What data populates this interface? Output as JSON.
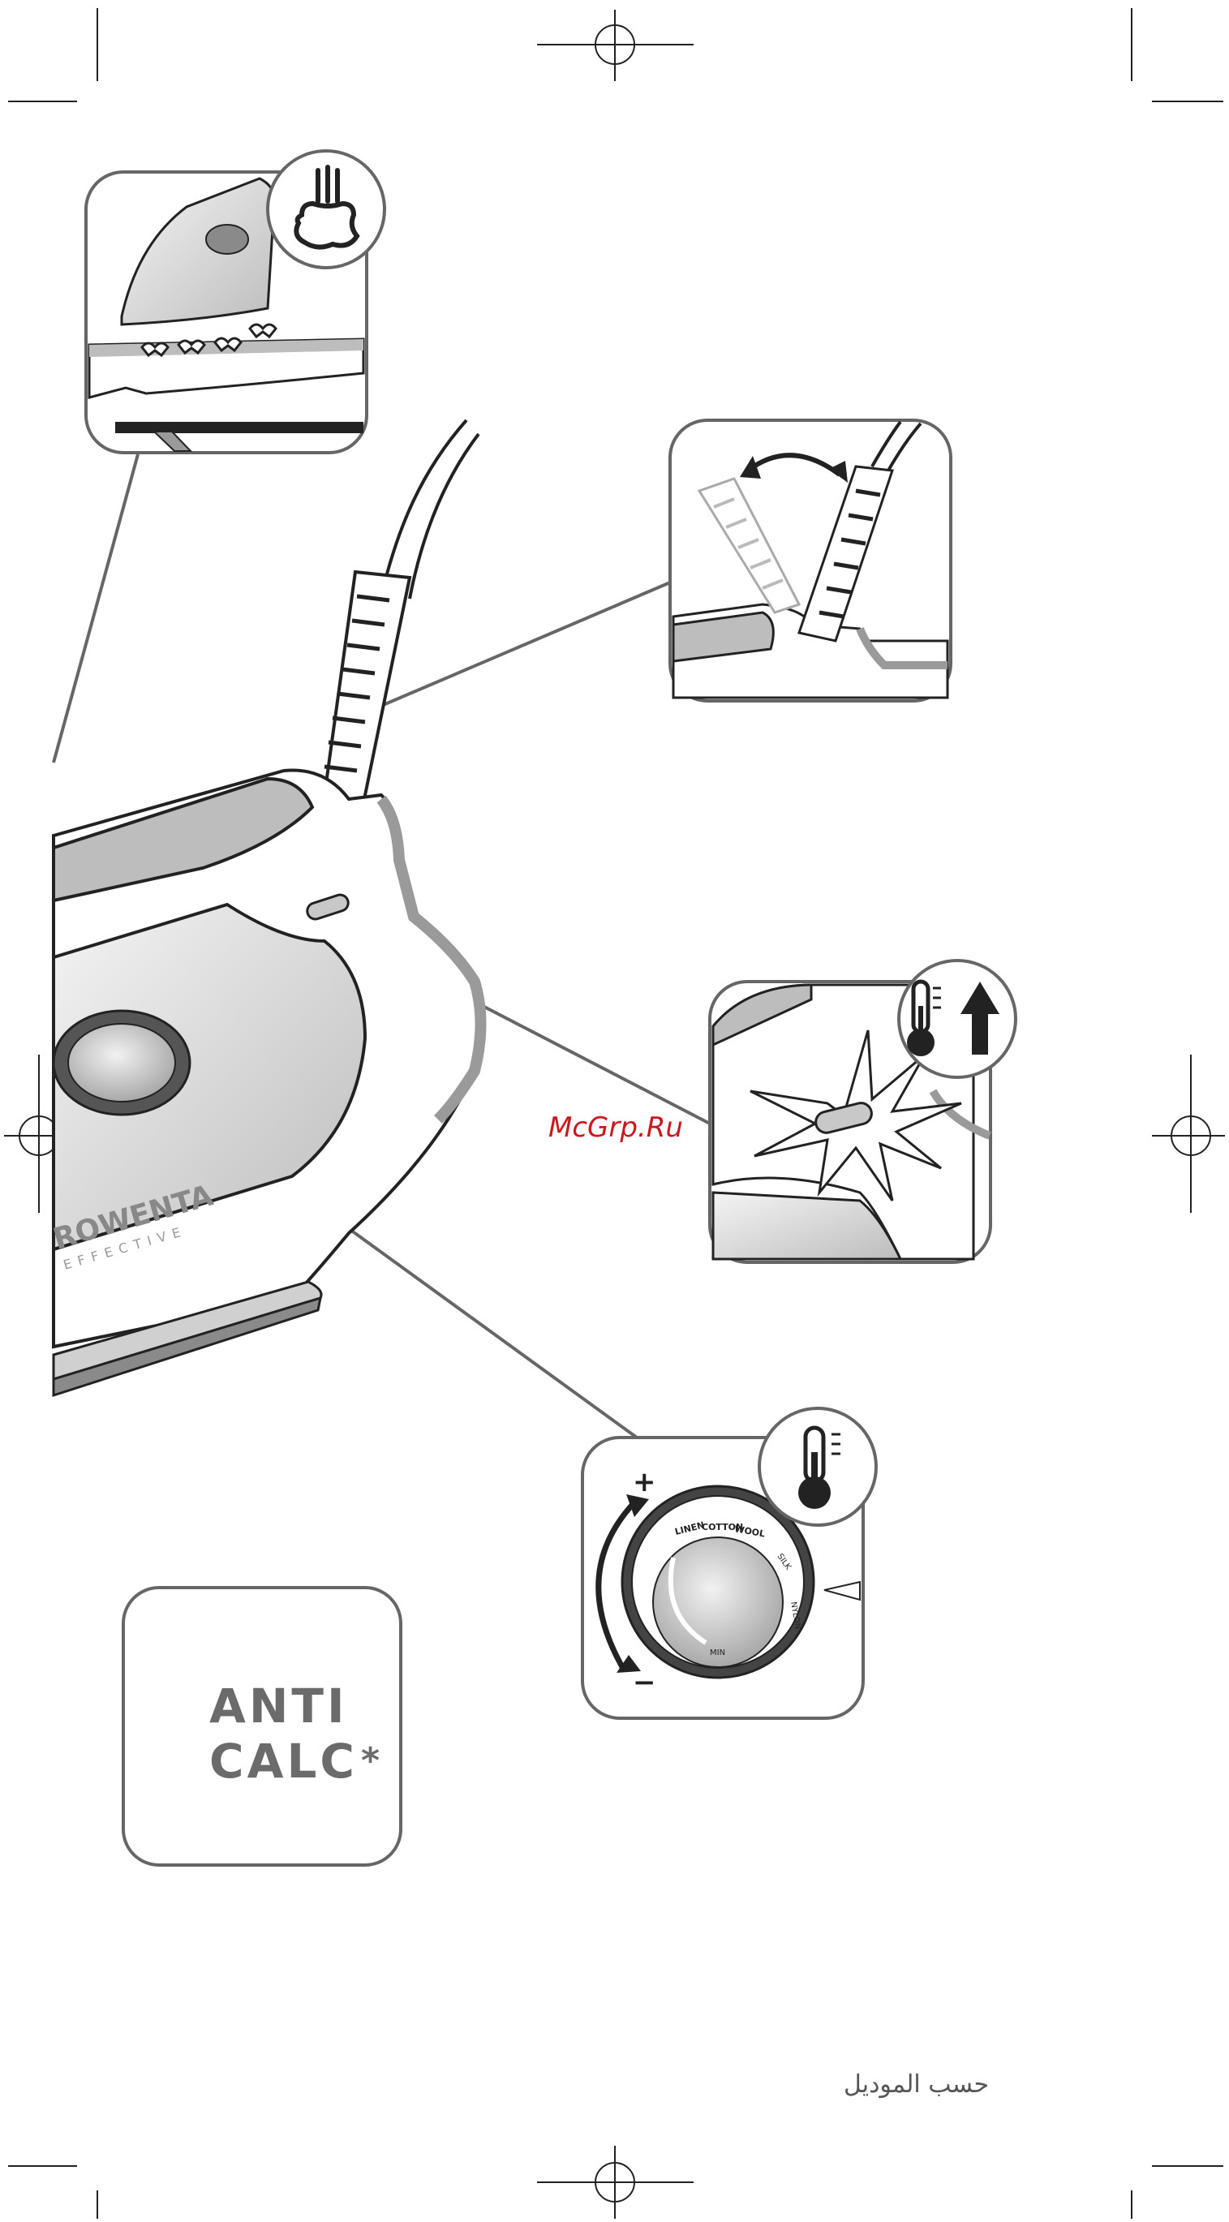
{
  "watermark": "McGrp.Ru",
  "anti_calc": {
    "line1": "ANTI",
    "line2": "CALC",
    "asterisk": "*"
  },
  "footnote_arabic": "حسب الموديل",
  "iron_brand": "ROWENTA",
  "iron_model": "EFFECTIVE",
  "dial_labels": {
    "linen": "LINEN",
    "cotton": "COTTON",
    "wool": "WOOL",
    "silk": "SILK",
    "nylon": "NYLON",
    "min": "MIN"
  },
  "temperature_dial": {
    "plus": "+",
    "minus": "−"
  },
  "icons": [
    "steam-icon",
    "thermometer-icon",
    "thermometer-up-arrow-icon",
    "rotation-arrow-icon"
  ]
}
